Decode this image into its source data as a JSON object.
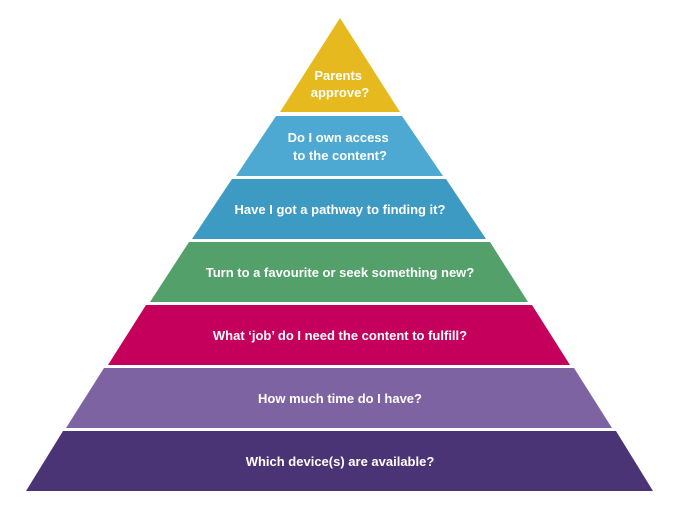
{
  "pyramid": {
    "tiers": [
      {
        "lines": [
          "Parents",
          "approve?"
        ],
        "color": "#E6BA1E"
      },
      {
        "lines": [
          "Do I own access",
          "to the content?"
        ],
        "color": "#4DA9D1"
      },
      {
        "lines": [
          "Have I got a pathway to finding it?"
        ],
        "color": "#3D9AC3"
      },
      {
        "lines": [
          "Turn to a favourite or seek something new?"
        ],
        "color": "#53A06A"
      },
      {
        "lines": [
          "What ‘job’ do I need the content to fulfill?"
        ],
        "color": "#C4005C"
      },
      {
        "lines": [
          "How much time do I have?"
        ],
        "color": "#7E63A2"
      },
      {
        "lines": [
          "Which device(s) are available?"
        ],
        "color": "#4A3476"
      }
    ]
  }
}
